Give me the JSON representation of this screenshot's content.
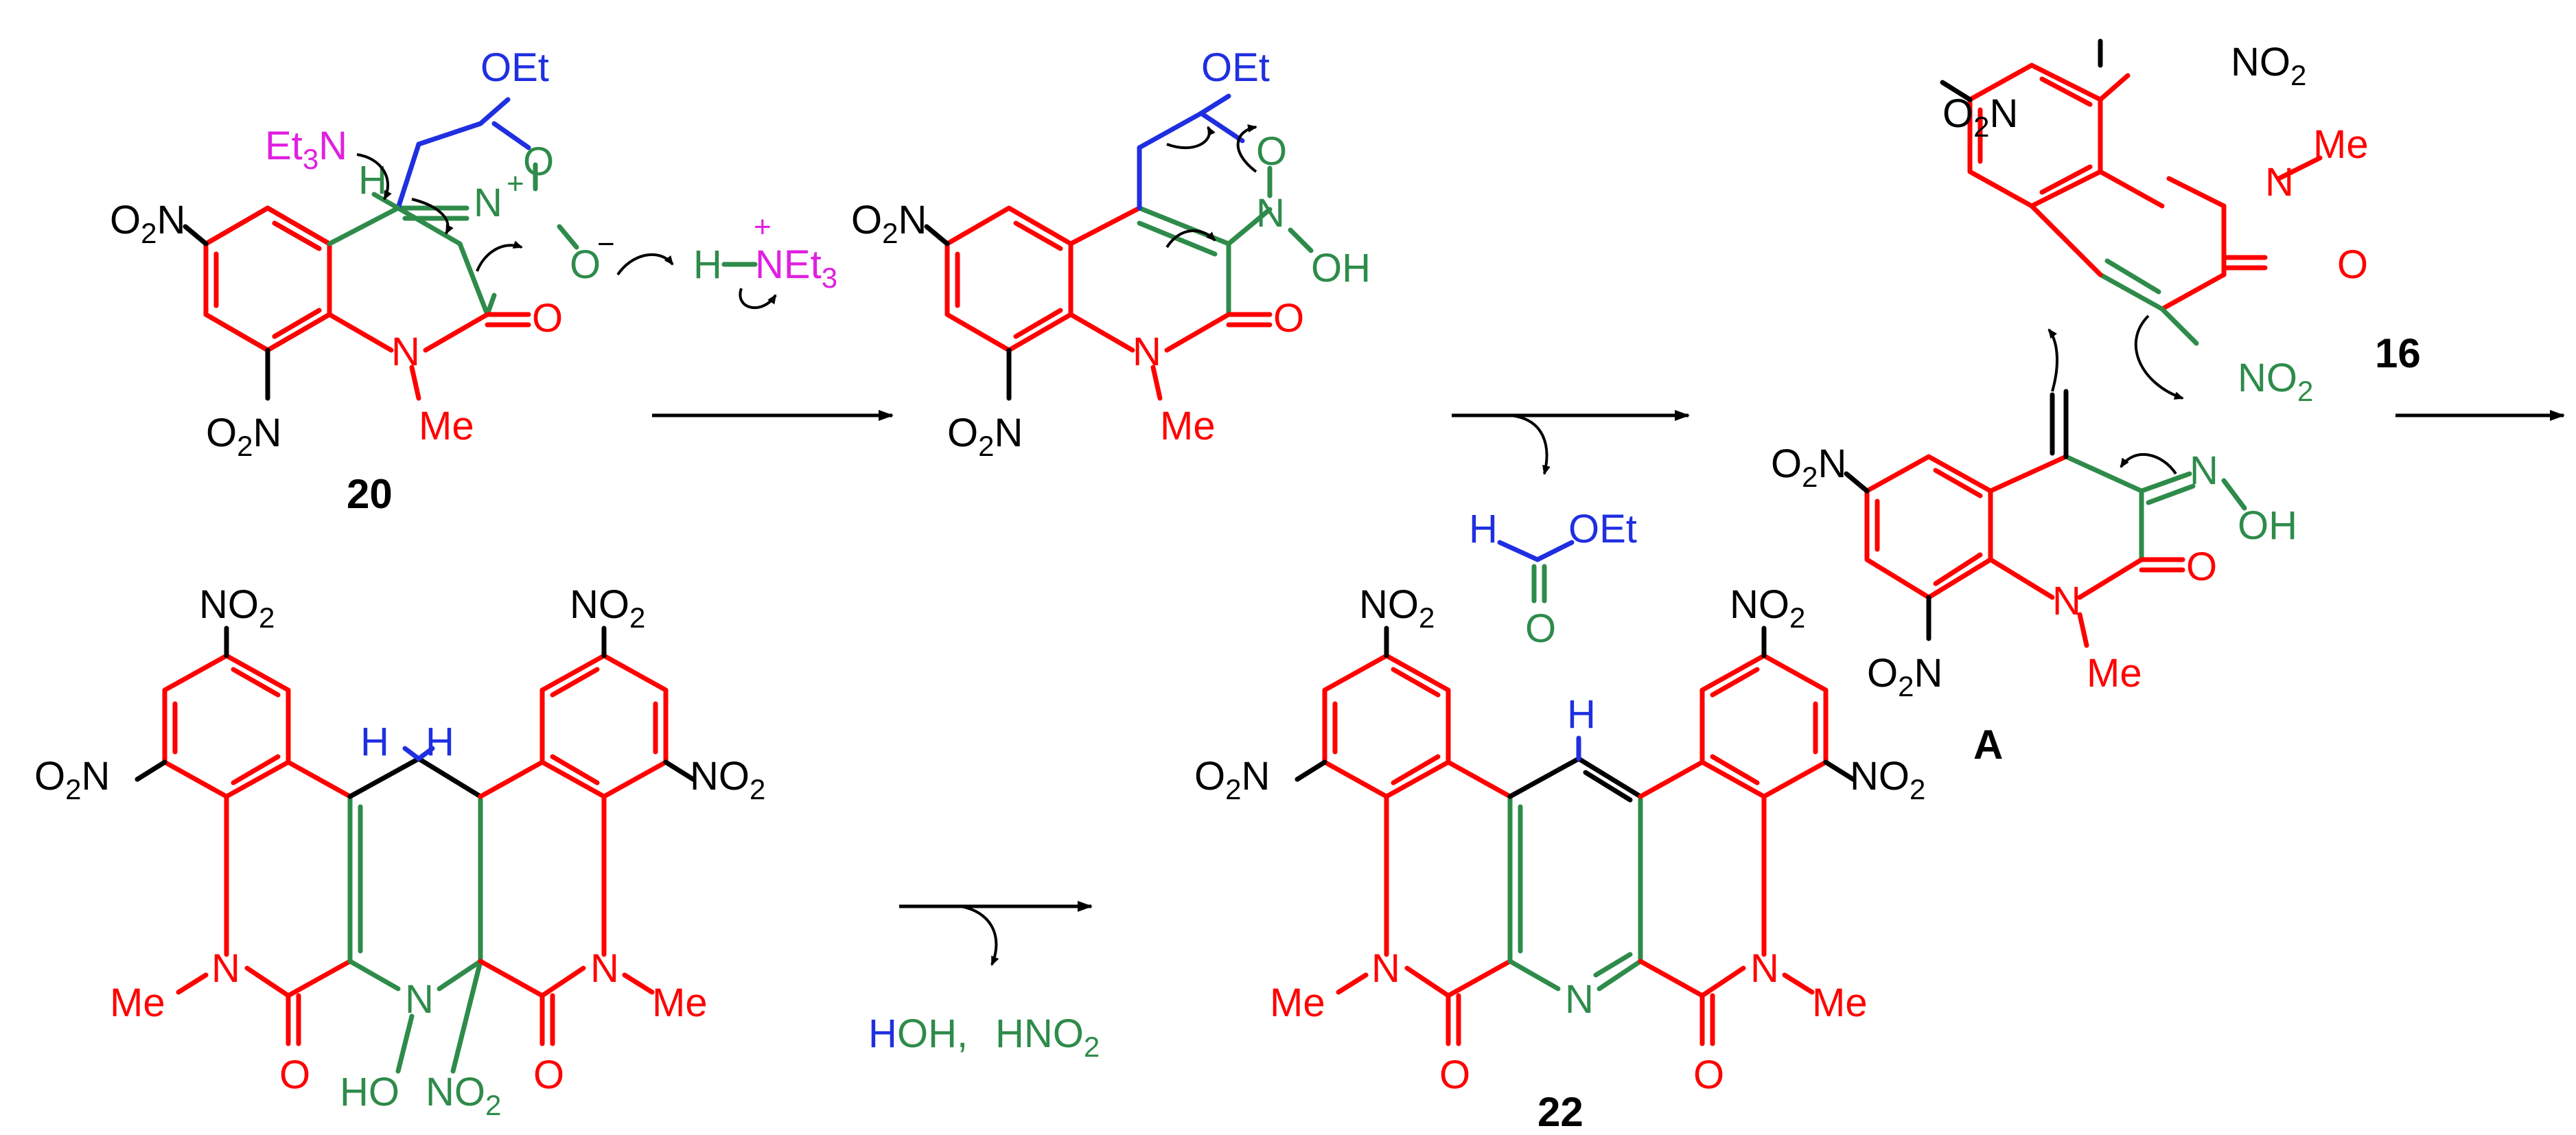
{
  "compounds": {
    "c20": {
      "label": "20",
      "et3n": "Et3N",
      "oet": "OEt",
      "o_ring": "O",
      "n_plus": "N",
      "o_minus": "O",
      "h": "H",
      "hnet3_h": "H",
      "hnet3_n": "NEt3",
      "o2n_a": "O2N",
      "o2n_b": "O2N",
      "n_ring": "N",
      "me": "Me",
      "o_carbonyl": "O"
    },
    "inter1": {
      "oet": "OEt",
      "o_ring": "O",
      "n_oh": "N",
      "oh": "OH",
      "o2n_a": "O2N",
      "o2n_b": "O2N",
      "n_ring": "N",
      "me": "Me",
      "o_carbonyl": "O"
    },
    "formate": {
      "h": "H",
      "oet": "OEt",
      "o": "O"
    },
    "c16": {
      "label": "16",
      "no2_top": "NO2",
      "o2n": "O2N",
      "n_ring": "N",
      "me": "Me",
      "o_carbonyl": "O",
      "no2_bottom": "NO2"
    },
    "cA": {
      "label": "A",
      "o2n_a": "O2N",
      "o2n_b": "O2N",
      "n_oh": "N",
      "oh": "OH",
      "n_ring": "N",
      "me": "Me",
      "o_carbonyl": "O"
    },
    "inter2": {
      "no2_left": "NO2",
      "no2_right": "NO2",
      "o2n_left": "O2N",
      "no2_far_right": "NO2",
      "h1": "H",
      "h2": "H",
      "me_left": "Me",
      "me_right": "Me",
      "n_left": "N",
      "n_right": "N",
      "n_center": "N",
      "o_left": "O",
      "o_right": "O",
      "ho": "HO",
      "no2_center": "NO2"
    },
    "byproducts": {
      "hoh_h": "H",
      "hoh_oh": "OH,",
      "hno2": "HNO2"
    },
    "c22": {
      "label": "22",
      "no2_left": "NO2",
      "no2_right": "NO2",
      "o2n_left": "O2N",
      "no2_far_right": "NO2",
      "h": "H",
      "me_left": "Me",
      "me_right": "Me",
      "n_left": "N",
      "n_right": "N",
      "n_center": "N",
      "o_left": "O",
      "o_right": "O"
    }
  },
  "colors": {
    "quinolinone": "#ff0000",
    "oxime": "#2e8b4a",
    "acetal": "#1f2fe0",
    "base": "#e020e0",
    "other": "#000000"
  }
}
